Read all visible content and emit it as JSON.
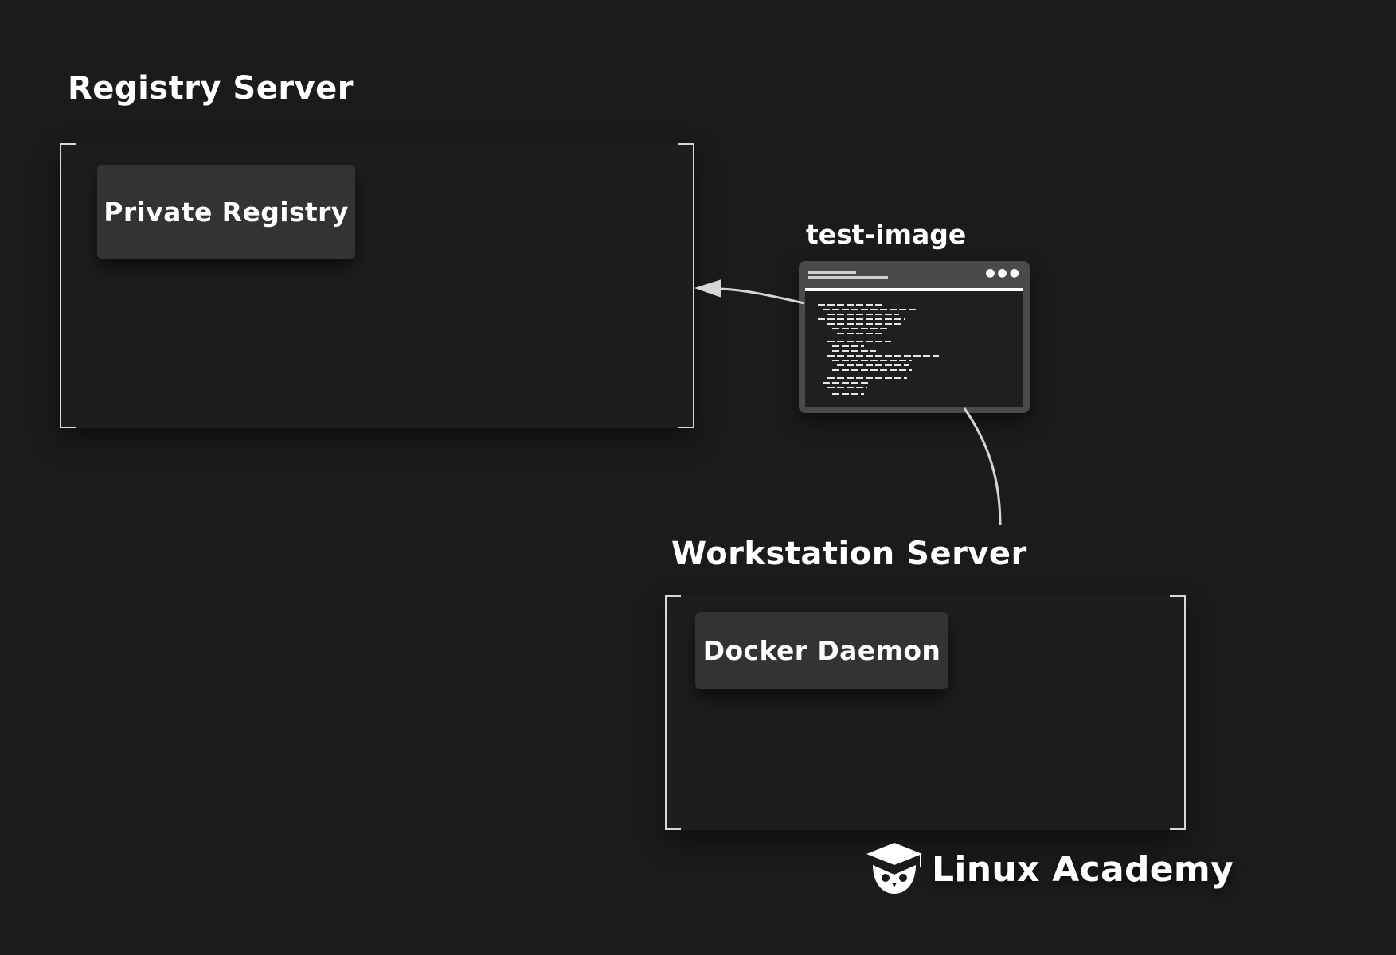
{
  "registry_server": {
    "title": "Registry Server",
    "component": "Private Registry"
  },
  "image": {
    "label": "test-image",
    "icon": "terminal-window-icon"
  },
  "workstation_server": {
    "title": "Workstation Server",
    "component": "Docker Daemon"
  },
  "branding": {
    "name": "Linux Academy",
    "icon": "owl-graduation-cap-logo"
  },
  "colors": {
    "background": "#1b1b1b",
    "component_fill": "#333333",
    "connector": "#d6d6d6",
    "text": "#ffffff"
  }
}
